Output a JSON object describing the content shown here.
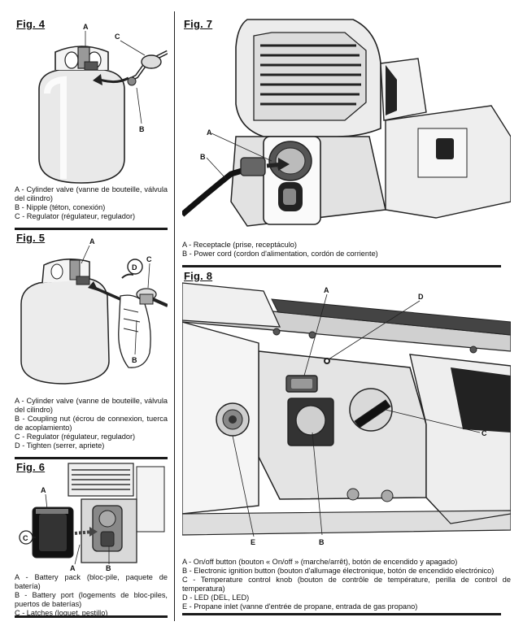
{
  "fig4": {
    "title": "Fig. 4",
    "callouts": {
      "a": "A",
      "b": "B",
      "c": "C"
    },
    "captions": [
      "A - Cylinder valve (vanne de bouteille, válvula del cilindro)",
      "B - Nipple (téton, conexión)",
      "C - Regulator (régulateur, regulador)"
    ]
  },
  "fig5": {
    "title": "Fig. 5",
    "callouts": {
      "a": "A",
      "b": "B",
      "c": "C",
      "d": "D"
    },
    "captions": [
      "A - Cylinder valve (vanne de bouteille, válvula del cilindro)",
      "B - Coupling nut (écrou de connexion, tuerca de acoplamiento)",
      "C - Regulator (régulateur, regulador)",
      "D - Tighten (serrer, apriete)"
    ]
  },
  "fig6": {
    "title": "Fig. 6",
    "callouts": {
      "a": "A",
      "b": "B",
      "c": "C",
      "a2": "A"
    },
    "captions": [
      "A - Battery pack (bloc-pile, paquete de batería)",
      "B - Battery port (logements de bloc-piles, puertos de baterías)",
      "C - Latches (loquet, pestillo)"
    ]
  },
  "fig7": {
    "title": "Fig. 7",
    "callouts": {
      "a": "A",
      "b": "B"
    },
    "captions": [
      "A - Receptacle (prise, receptáculo)",
      "B - Power cord (cordon d'alimentation, cordón de corriente)"
    ]
  },
  "fig8": {
    "title": "Fig. 8",
    "callouts": {
      "a": "A",
      "b": "B",
      "c": "C",
      "d": "D",
      "e": "E"
    },
    "captions": [
      "A - On/off button (bouton « On/off » (marche/arrêt), botón de encendido y apagado)",
      "B - Electronic ignition button (bouton d'allumage électronique, botón de encendido electrónico)",
      "C - Temperature control knob (bouton de contrôle de température, perilla de control de temperatura)",
      "D - LED (DEL, LED)",
      "E - Propane inlet (vanne d'entrée de propane, entrada de gas propano)"
    ]
  }
}
